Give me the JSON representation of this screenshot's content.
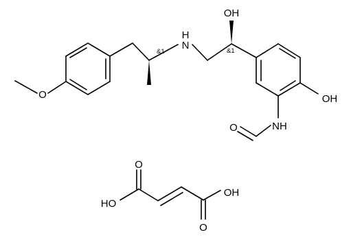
{
  "molecule": {
    "labels": {
      "oh_side": "OH",
      "oh_ring": "OH",
      "nh": "N",
      "nh_h": "H",
      "amide_o": "O",
      "amide_nh": "NH",
      "methoxy_o": "O",
      "stereo_amine": "&1",
      "stereo_alcohol": "&1"
    }
  },
  "fumaric_acid": {
    "labels": {
      "ho_left": "HO",
      "o_top": "O",
      "oh_right": "OH",
      "o_bottom": "O"
    }
  }
}
